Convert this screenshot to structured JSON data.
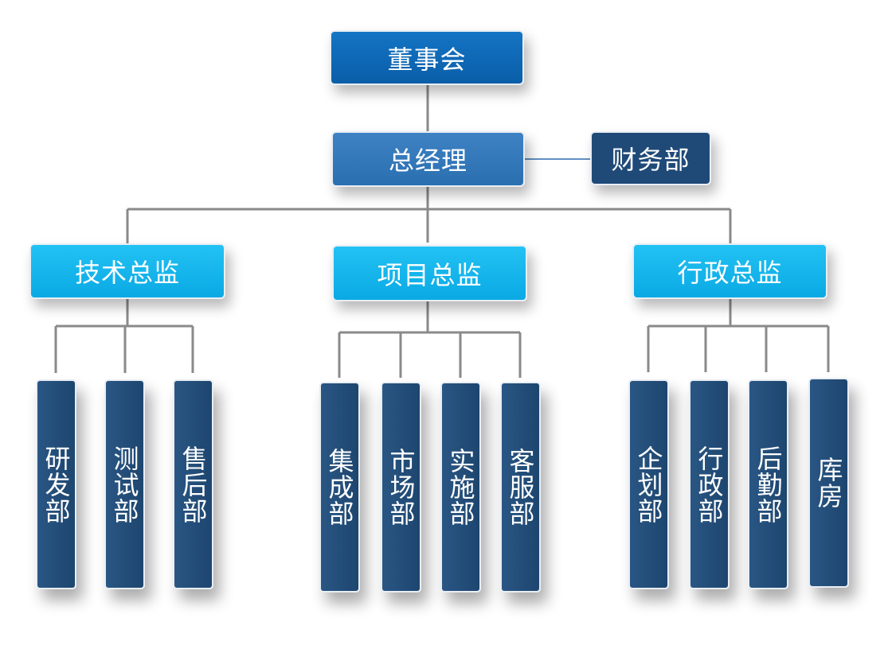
{
  "board": "董事会",
  "general_manager": "总经理",
  "finance": "财务部",
  "directors": {
    "tech": "技术总监",
    "project": "项目总监",
    "admin": "行政总监"
  },
  "departments": {
    "tech": [
      "研发部",
      "测试部",
      "售后部"
    ],
    "project": [
      "集成部",
      "市场部",
      "实施部",
      "客服部"
    ],
    "admin": [
      "企划部",
      "行政部",
      "后勤部",
      "库房"
    ]
  },
  "colors": {
    "board": "#0a66b4",
    "general_manager": "#3479bb",
    "finance": "#1f4a78",
    "director": "#12b4ec",
    "department": "#23507d",
    "connector": "#8a8a8a",
    "finance_connector": "#2d6ab0"
  }
}
